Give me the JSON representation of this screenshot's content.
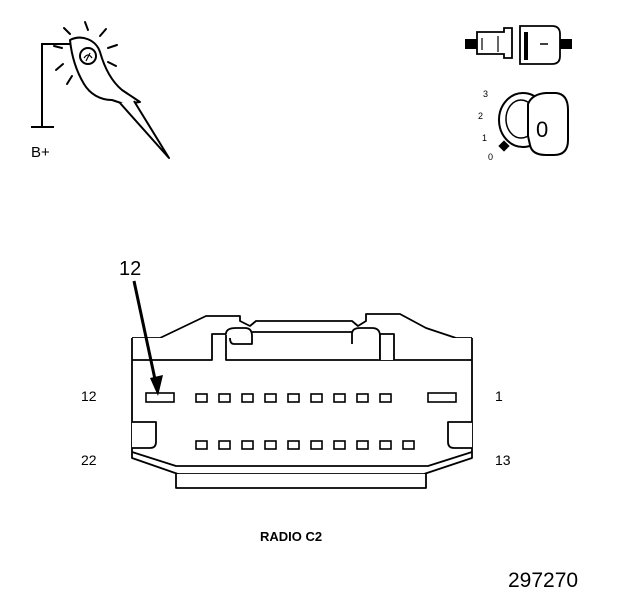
{
  "probe": {
    "label": "B+"
  },
  "ignition": {
    "positions": [
      "3",
      "2",
      "1",
      "0"
    ],
    "key_position": "0"
  },
  "connector": {
    "callout_pin": "12",
    "pin_labels": {
      "top_left": "12",
      "top_right": "1",
      "bottom_left": "22",
      "bottom_right": "13"
    },
    "caption": "RADIO C2"
  },
  "figure_number": "297270",
  "colors": {
    "ink": "#000000",
    "paper": "#ffffff"
  }
}
